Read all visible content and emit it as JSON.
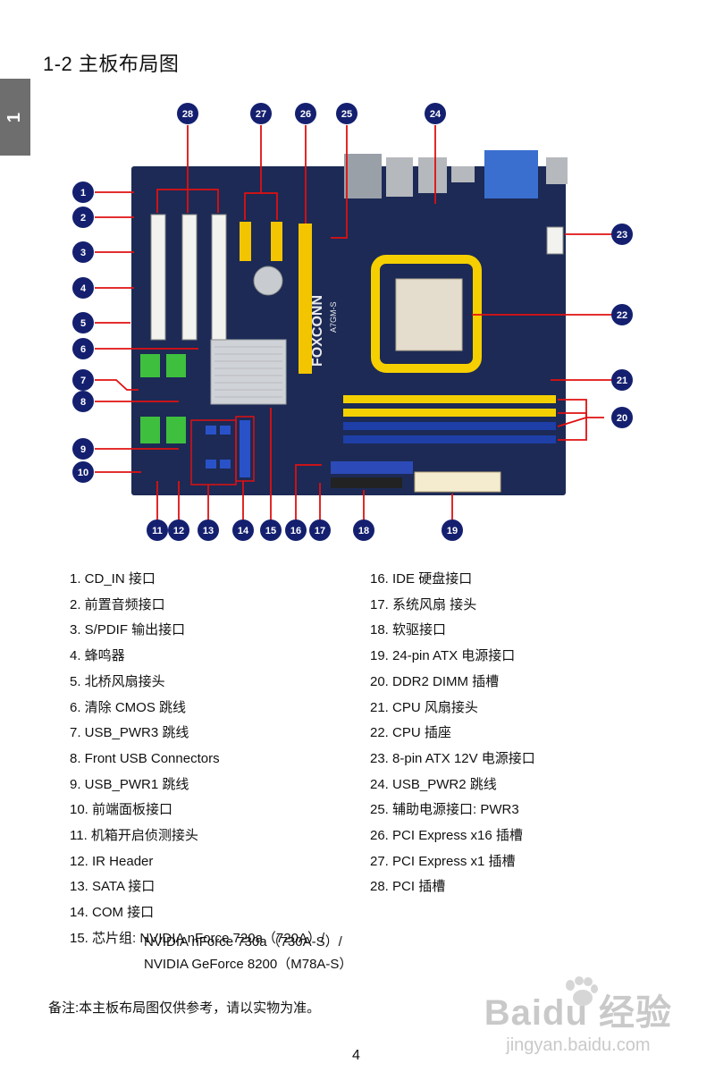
{
  "side_tab": "1",
  "title": "1-2 主板布局图",
  "brand_on_board": "FOXCONN",
  "model_on_board": "A7GM-S",
  "callouts": [
    "1",
    "2",
    "3",
    "4",
    "5",
    "6",
    "7",
    "8",
    "9",
    "10",
    "11",
    "12",
    "13",
    "14",
    "15",
    "16",
    "17",
    "18",
    "19",
    "20",
    "21",
    "22",
    "23",
    "24",
    "25",
    "26",
    "27",
    "28"
  ],
  "legend_left": [
    "1. CD_IN 接口",
    "2. 前置音频接口",
    "3.  S/PDIF 输出接口",
    "4.  蜂鸣器",
    "5.  北桥风扇接头",
    "6.  清除 CMOS 跳线",
    "7. USB_PWR3  跳线",
    "8. Front USB Connectors",
    "9. USB_PWR1 跳线",
    "10.  前端面板接口",
    "11. 机箱开启侦测接头",
    "12. IR Header",
    "13. SATA 接口",
    "14. COM 接口",
    "15. 芯片组: NVIDIA nForce 720a（720A）/"
  ],
  "legend_chipset_cont": [
    "NVIDIA nForce 730a（730A-S）/",
    "NVIDIA GeForce 8200（M78A-S）"
  ],
  "legend_right": [
    "16. IDE 硬盘接口",
    "17. 系统风扇  接头",
    "18.  软驱接口",
    "19. 24-pin ATX 电源接口",
    "20. DDR2 DIMM 插槽",
    "21. CPU 风扇接头",
    "22. CPU 插座",
    "23. 8-pin ATX 12V 电源接口",
    "24. USB_PWR2 跳线",
    "25.  辅助电源接口: PWR3",
    "26. PCI Express x16 插槽",
    "27. PCI Express x1 插槽",
    "28.  PCI 插槽"
  ],
  "note": "备注:本主板布局图仅供参考，请以实物为准。",
  "page_number": "4",
  "watermark": {
    "brand": "Baidu 经验",
    "url": "jingyan.baidu.com"
  },
  "colors": {
    "callout": "#14206f",
    "pointer": "#e01010",
    "pcb": "#1c2a55",
    "pci_slot": "#f2f2ee",
    "pcie_slot": "#f2c500",
    "dimm_yellow": "#f5d000",
    "dimm_blue": "#1e3fa8"
  }
}
